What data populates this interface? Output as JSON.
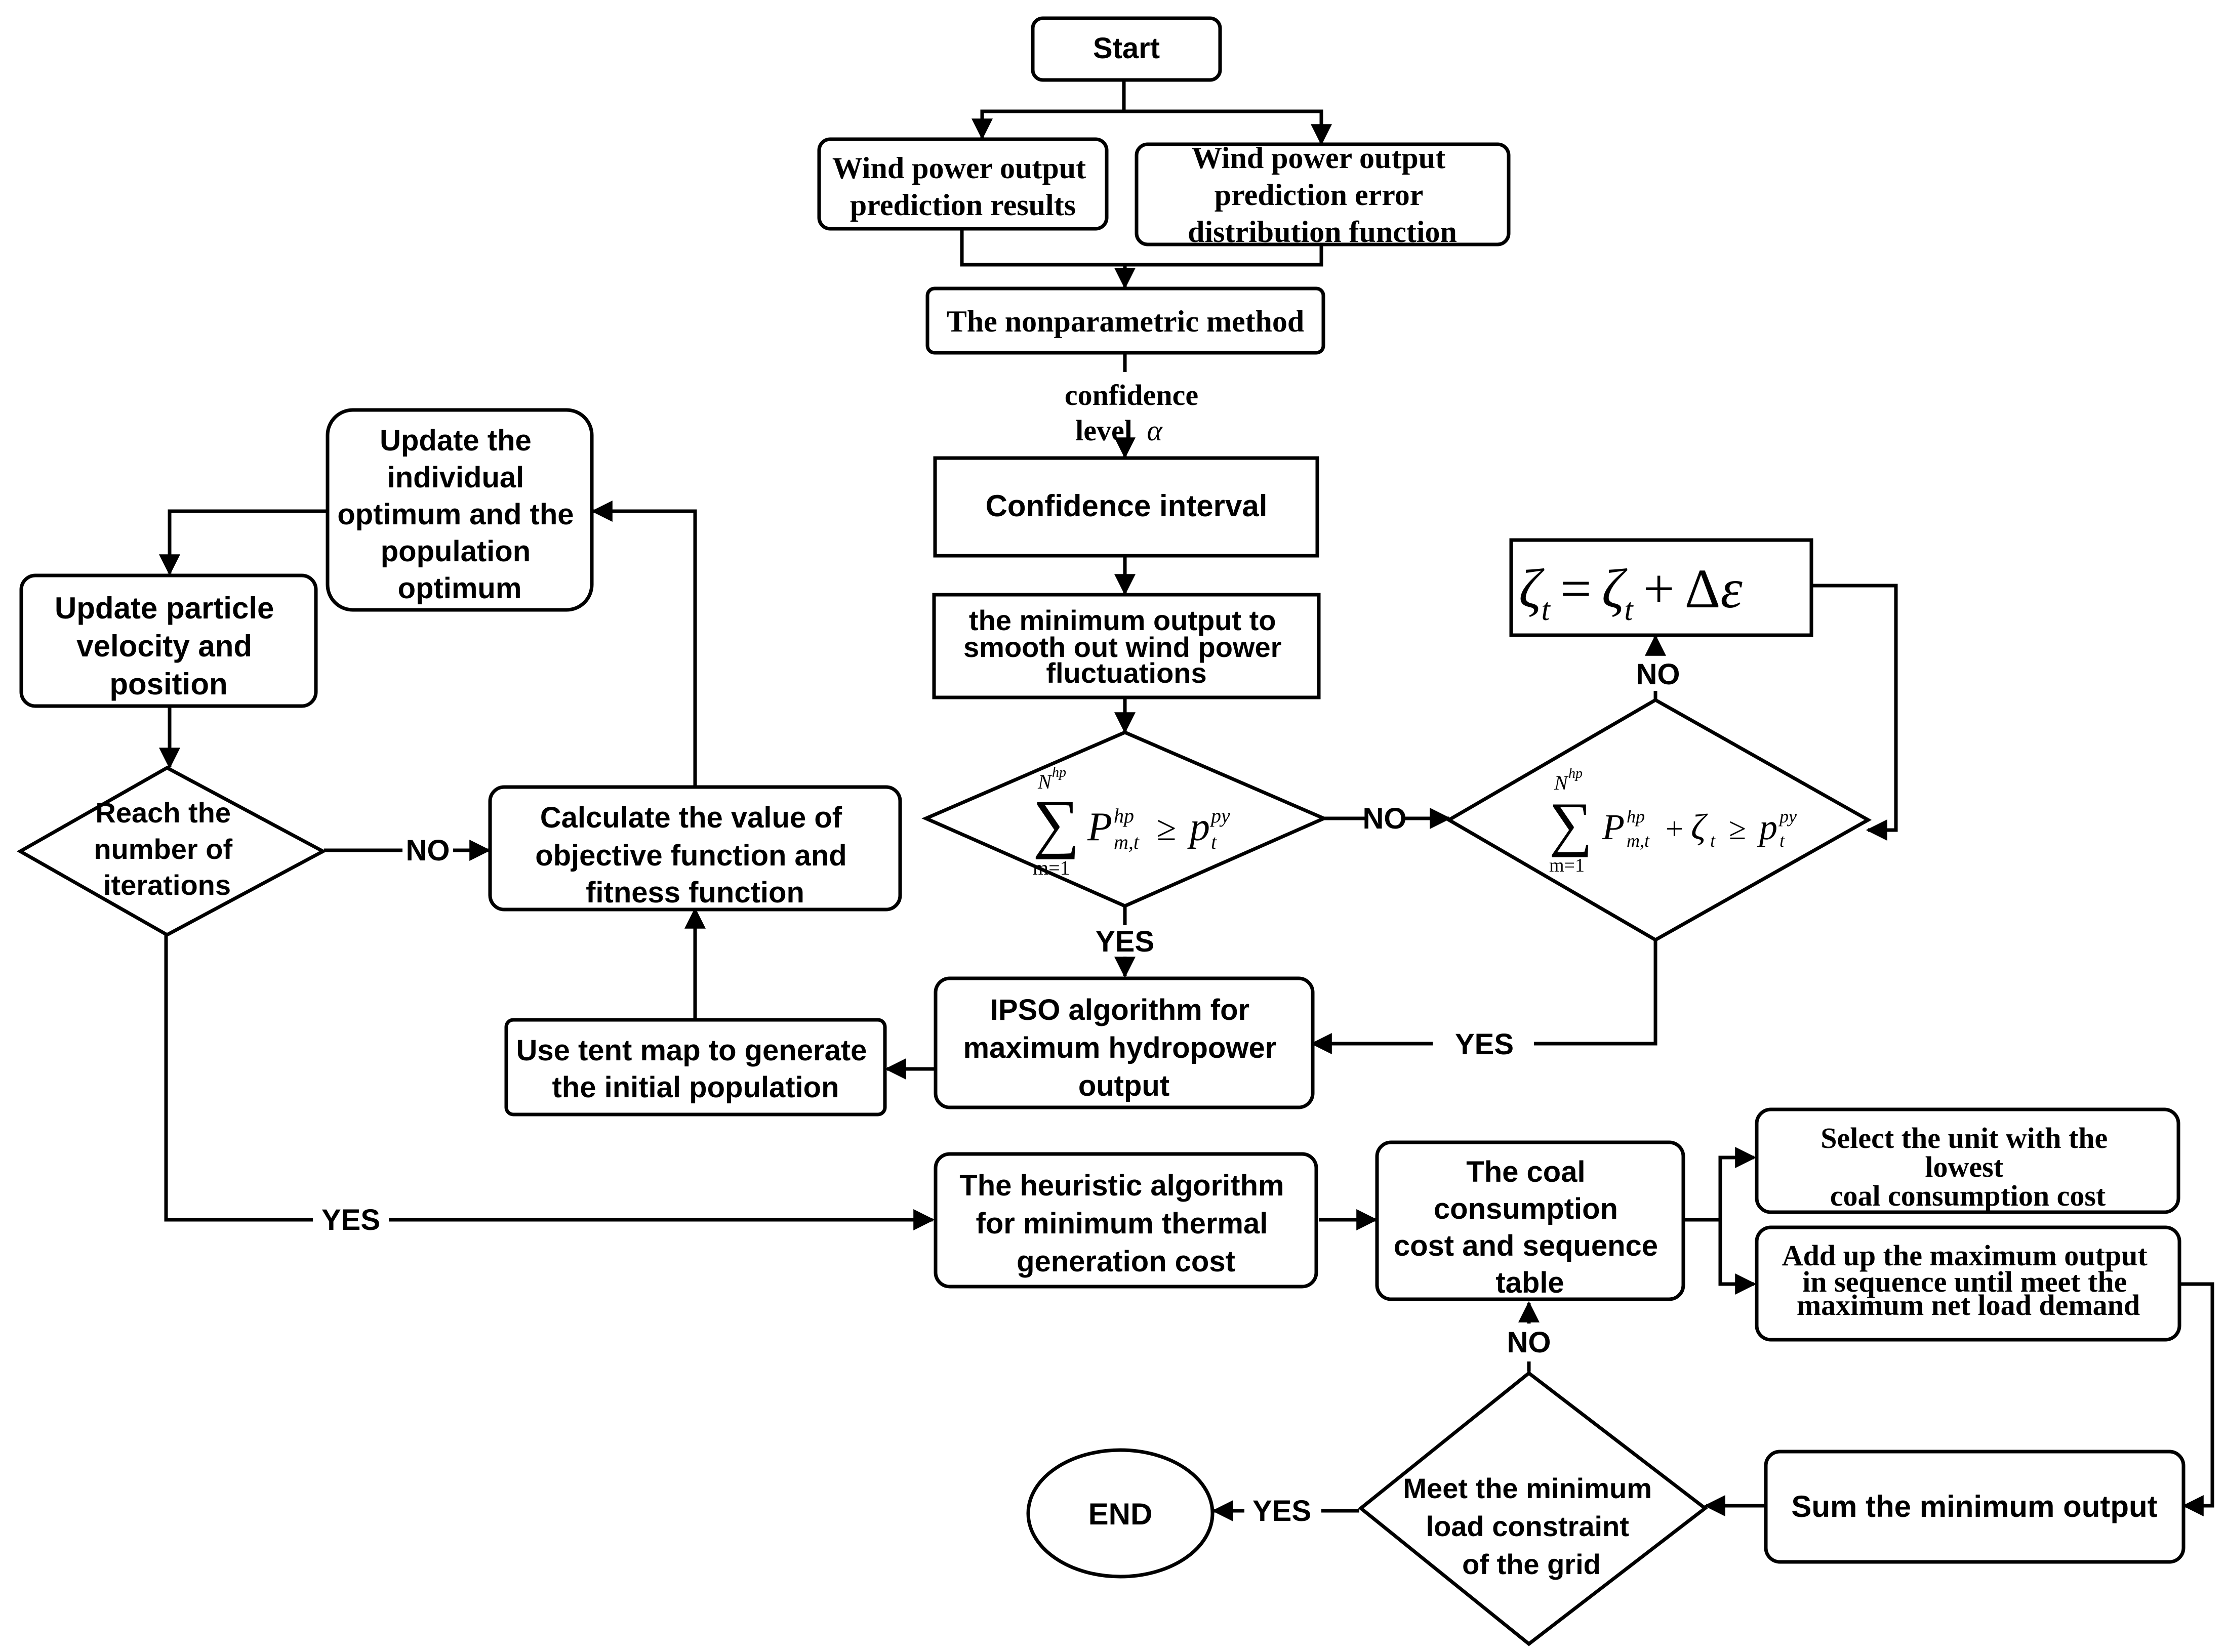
{
  "nodes": {
    "start": "Start",
    "wind_pred": [
      "Wind power output",
      "prediction results"
    ],
    "wind_err": [
      "Wind power output",
      "prediction error",
      "distribution function"
    ],
    "nonparam": "The nonparametric method",
    "conf_label": [
      "confidence",
      "level"
    ],
    "conf_interval": "Confidence interval",
    "min_output": [
      "the minimum output to",
      "smooth out wind power",
      "fluctuations"
    ],
    "zeta_update": "ζt = ζt + Δε",
    "update_opt": [
      "Update the",
      "individual",
      "optimum and the",
      "population",
      "optimum"
    ],
    "update_vel": [
      "Update particle",
      "velocity and",
      "position"
    ],
    "reach_iter": [
      "Reach the",
      "number of",
      "iterations"
    ],
    "calc_obj": [
      "Calculate the value of",
      "objective function and",
      "fitness function"
    ],
    "tent_map": [
      "Use tent map to generate",
      "the initial population"
    ],
    "ipso": [
      "IPSO algorithm for",
      "maximum hydropower",
      "output"
    ],
    "heuristic": [
      "The heuristic algorithm",
      "for minimum thermal",
      "generation cost"
    ],
    "coal_table": [
      "The coal",
      "consumption",
      "cost and sequence",
      "table"
    ],
    "select_unit": [
      "Select the unit with the",
      "lowest",
      "coal consumption cost"
    ],
    "add_max": [
      "Add up the maximum output",
      "in sequence until meet the",
      "maximum net load demand"
    ],
    "sum_min": "Sum the minimum output",
    "meet_load": [
      "Meet the minimum",
      "load constraint",
      "of the grid"
    ],
    "end": "END"
  },
  "edge_labels": {
    "yes": "YES",
    "no": "NO"
  },
  "math": {
    "alpha": "α",
    "sum": "∑",
    "sum_upper": "N",
    "sum_upper_sup": "hp",
    "sum_lower": "m=1",
    "P": "P",
    "P_sup": "hp",
    "P_sub": "m,t",
    "geq": "≥",
    "p": "p",
    "p_sup": "py",
    "p_sub": "t",
    "zeta": "ζ",
    "zeta_sub": "t",
    "plus": "+"
  }
}
